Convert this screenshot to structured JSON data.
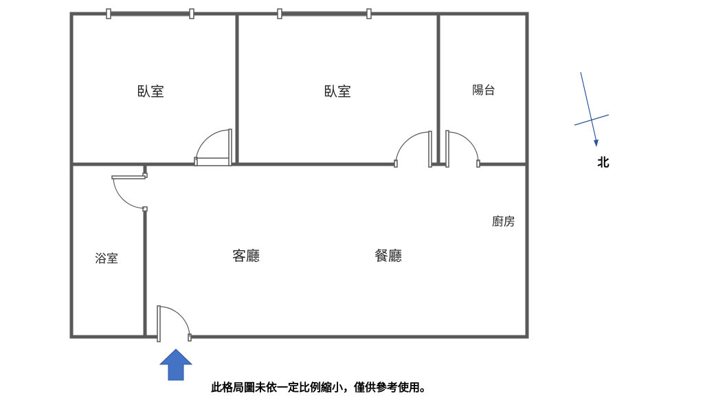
{
  "rooms": {
    "bedroom_left": "臥室",
    "bedroom_middle": "臥室",
    "balcony": "陽台",
    "kitchen": "廚房",
    "bathroom": "浴室",
    "living_room": "客廳",
    "dining_room": "餐廳"
  },
  "compass": {
    "north_label": "北"
  },
  "disclaimer": "此格局圖未依一定比例縮小，僅供參考使用。",
  "icons": {
    "entrance": "entrance-arrow-icon",
    "compass": "compass-icon"
  },
  "colors": {
    "wall": "#595959",
    "compass": "#2f5597",
    "entrance_arrow": "#4472c4"
  }
}
